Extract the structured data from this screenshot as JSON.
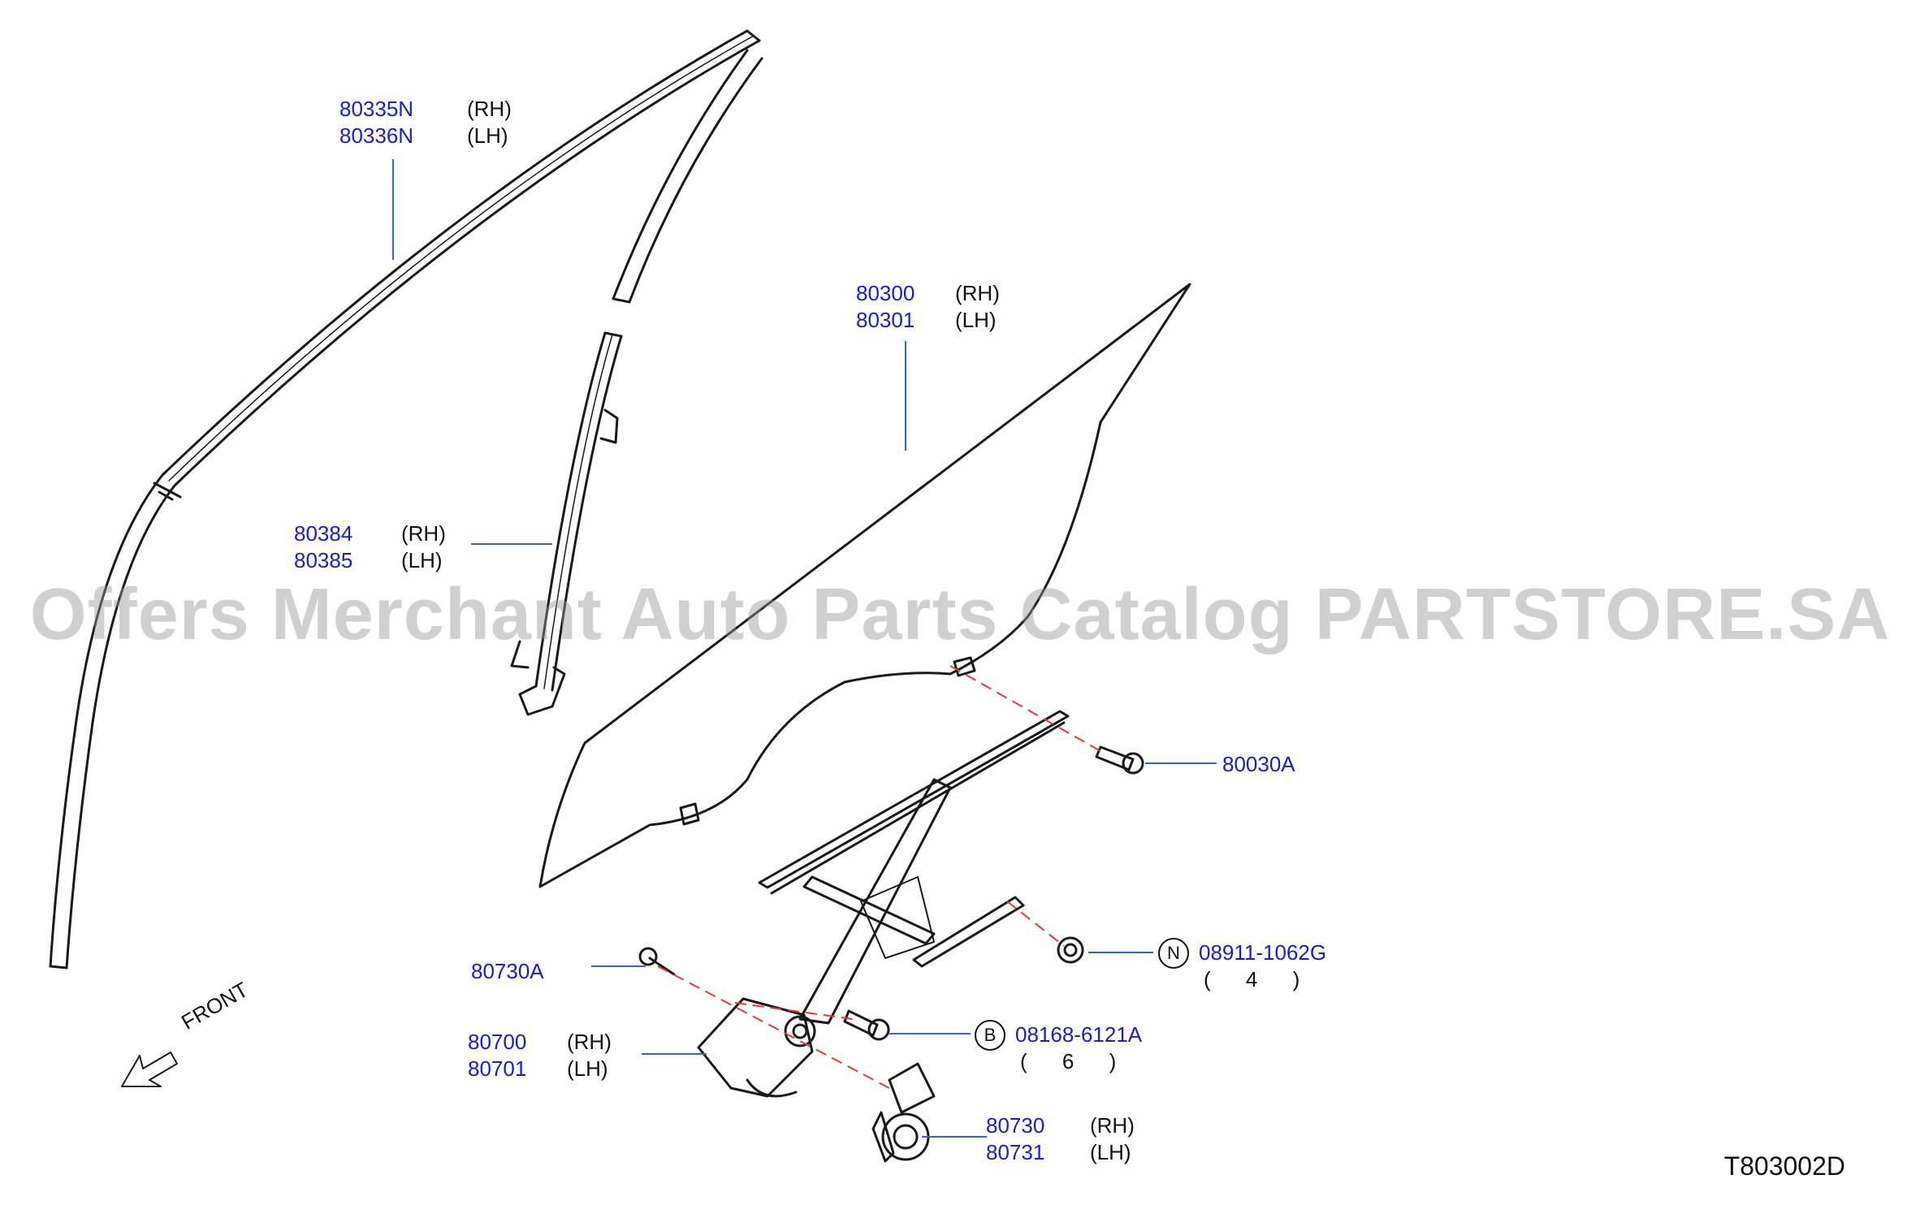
{
  "diagram": {
    "watermark": "Offers Merchant Auto Parts Catalog PARTSTORE.SA",
    "diagram_code": "T803002D",
    "front_label": "FRONT",
    "colors": {
      "part_number": "#1b1bd6",
      "text": "#111111",
      "line": "#1a1a1a",
      "leader": "#3366cc",
      "dashed": "#e53935"
    },
    "parts": [
      {
        "number": "80335N",
        "side": "(RH)"
      },
      {
        "number": "80336N",
        "side": "(LH)"
      },
      {
        "number": "80300",
        "side": "(RH)"
      },
      {
        "number": "80301",
        "side": "(LH)"
      },
      {
        "number": "80384",
        "side": "(RH)"
      },
      {
        "number": "80385",
        "side": "(LH)"
      },
      {
        "number": "80030A",
        "side": ""
      },
      {
        "number": "08911-1062G",
        "prefix": "N",
        "qty": "( 4 )"
      },
      {
        "number": "80730A",
        "side": ""
      },
      {
        "number": "08168-6121A",
        "prefix": "B",
        "qty": "( 6 )"
      },
      {
        "number": "80700",
        "side": "(RH)"
      },
      {
        "number": "80701",
        "side": "(LH)"
      },
      {
        "number": "80730",
        "side": "(RH)"
      },
      {
        "number": "80731",
        "side": "(LH)"
      }
    ]
  }
}
